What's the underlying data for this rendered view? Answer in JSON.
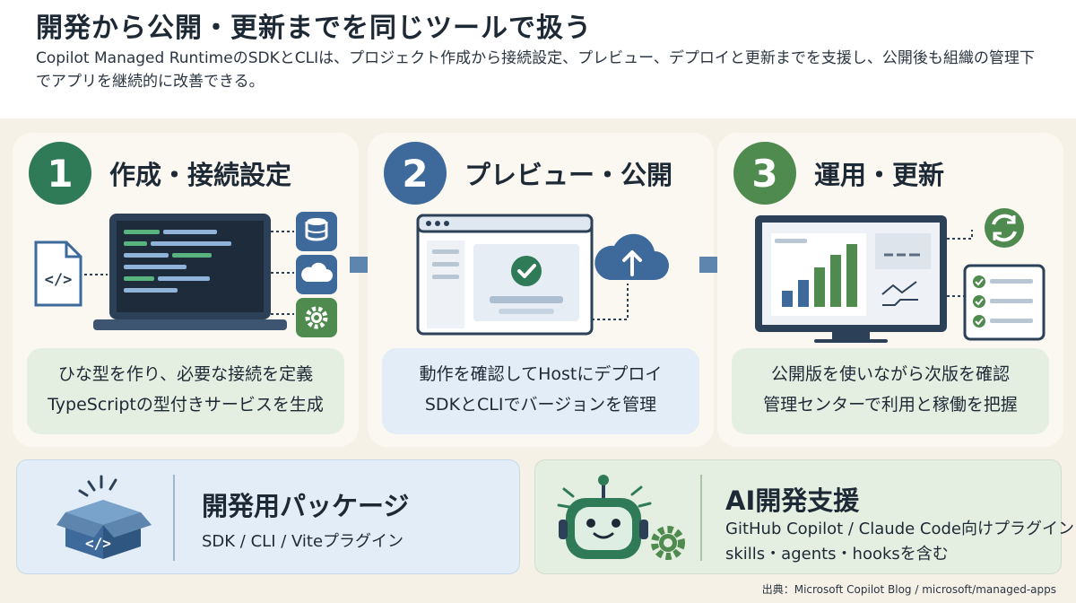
{
  "header": {
    "title": "開発から公開・更新までを同じツールで扱う",
    "subtitle": "Copilot Managed RuntimeのSDKとCLIは、プロジェクト作成から接続設定、プレビュー、デプロイと更新までを支援し、公開後も組織の管理下でアプリを継続的に改善できる。"
  },
  "steps": [
    {
      "number": "1",
      "title": "作成・接続設定",
      "lines": [
        "ひな型を作り、必要な接続を定義",
        "TypeScriptの型付きサービスを生成"
      ],
      "color": "#2f7a57"
    },
    {
      "number": "2",
      "title": "プレビュー・公開",
      "lines": [
        "動作を確認してHostにデプロイ",
        "SDKとCLIでバージョンを管理"
      ],
      "color": "#3d6a9b"
    },
    {
      "number": "3",
      "title": "運用・更新",
      "lines": [
        "公開版を使いながら次版を確認",
        "管理センターで利用と稼働を把握"
      ],
      "color": "#4f8a4f"
    }
  ],
  "panels": {
    "dev": {
      "title": "開発用パッケージ",
      "body": "SDK / CLI / Viteプラグイン"
    },
    "ai": {
      "title": "AI開発支援",
      "line1": "GitHub Copilot / Claude Code向けプラグイン",
      "line2": "skills・agents・hooksを含む"
    }
  },
  "source": "出典：Microsoft Copilot Blog / microsoft/managed-apps",
  "colors": {
    "green": "#2f7a57",
    "blue": "#3d6a9b",
    "monitor": "#2c4158",
    "light_blue_fill": "#e3edf7",
    "light_green_fill": "#e4efe2"
  },
  "icons": [
    "code-file-icon",
    "laptop-icon",
    "database-icon",
    "cloud-icon",
    "gear-icon",
    "browser-window-icon",
    "check-icon",
    "cloud-upload-icon",
    "monitor-chart-icon",
    "refresh-icon",
    "checklist-icon",
    "open-box-icon",
    "robot-icon",
    "arrow-right-icon"
  ]
}
